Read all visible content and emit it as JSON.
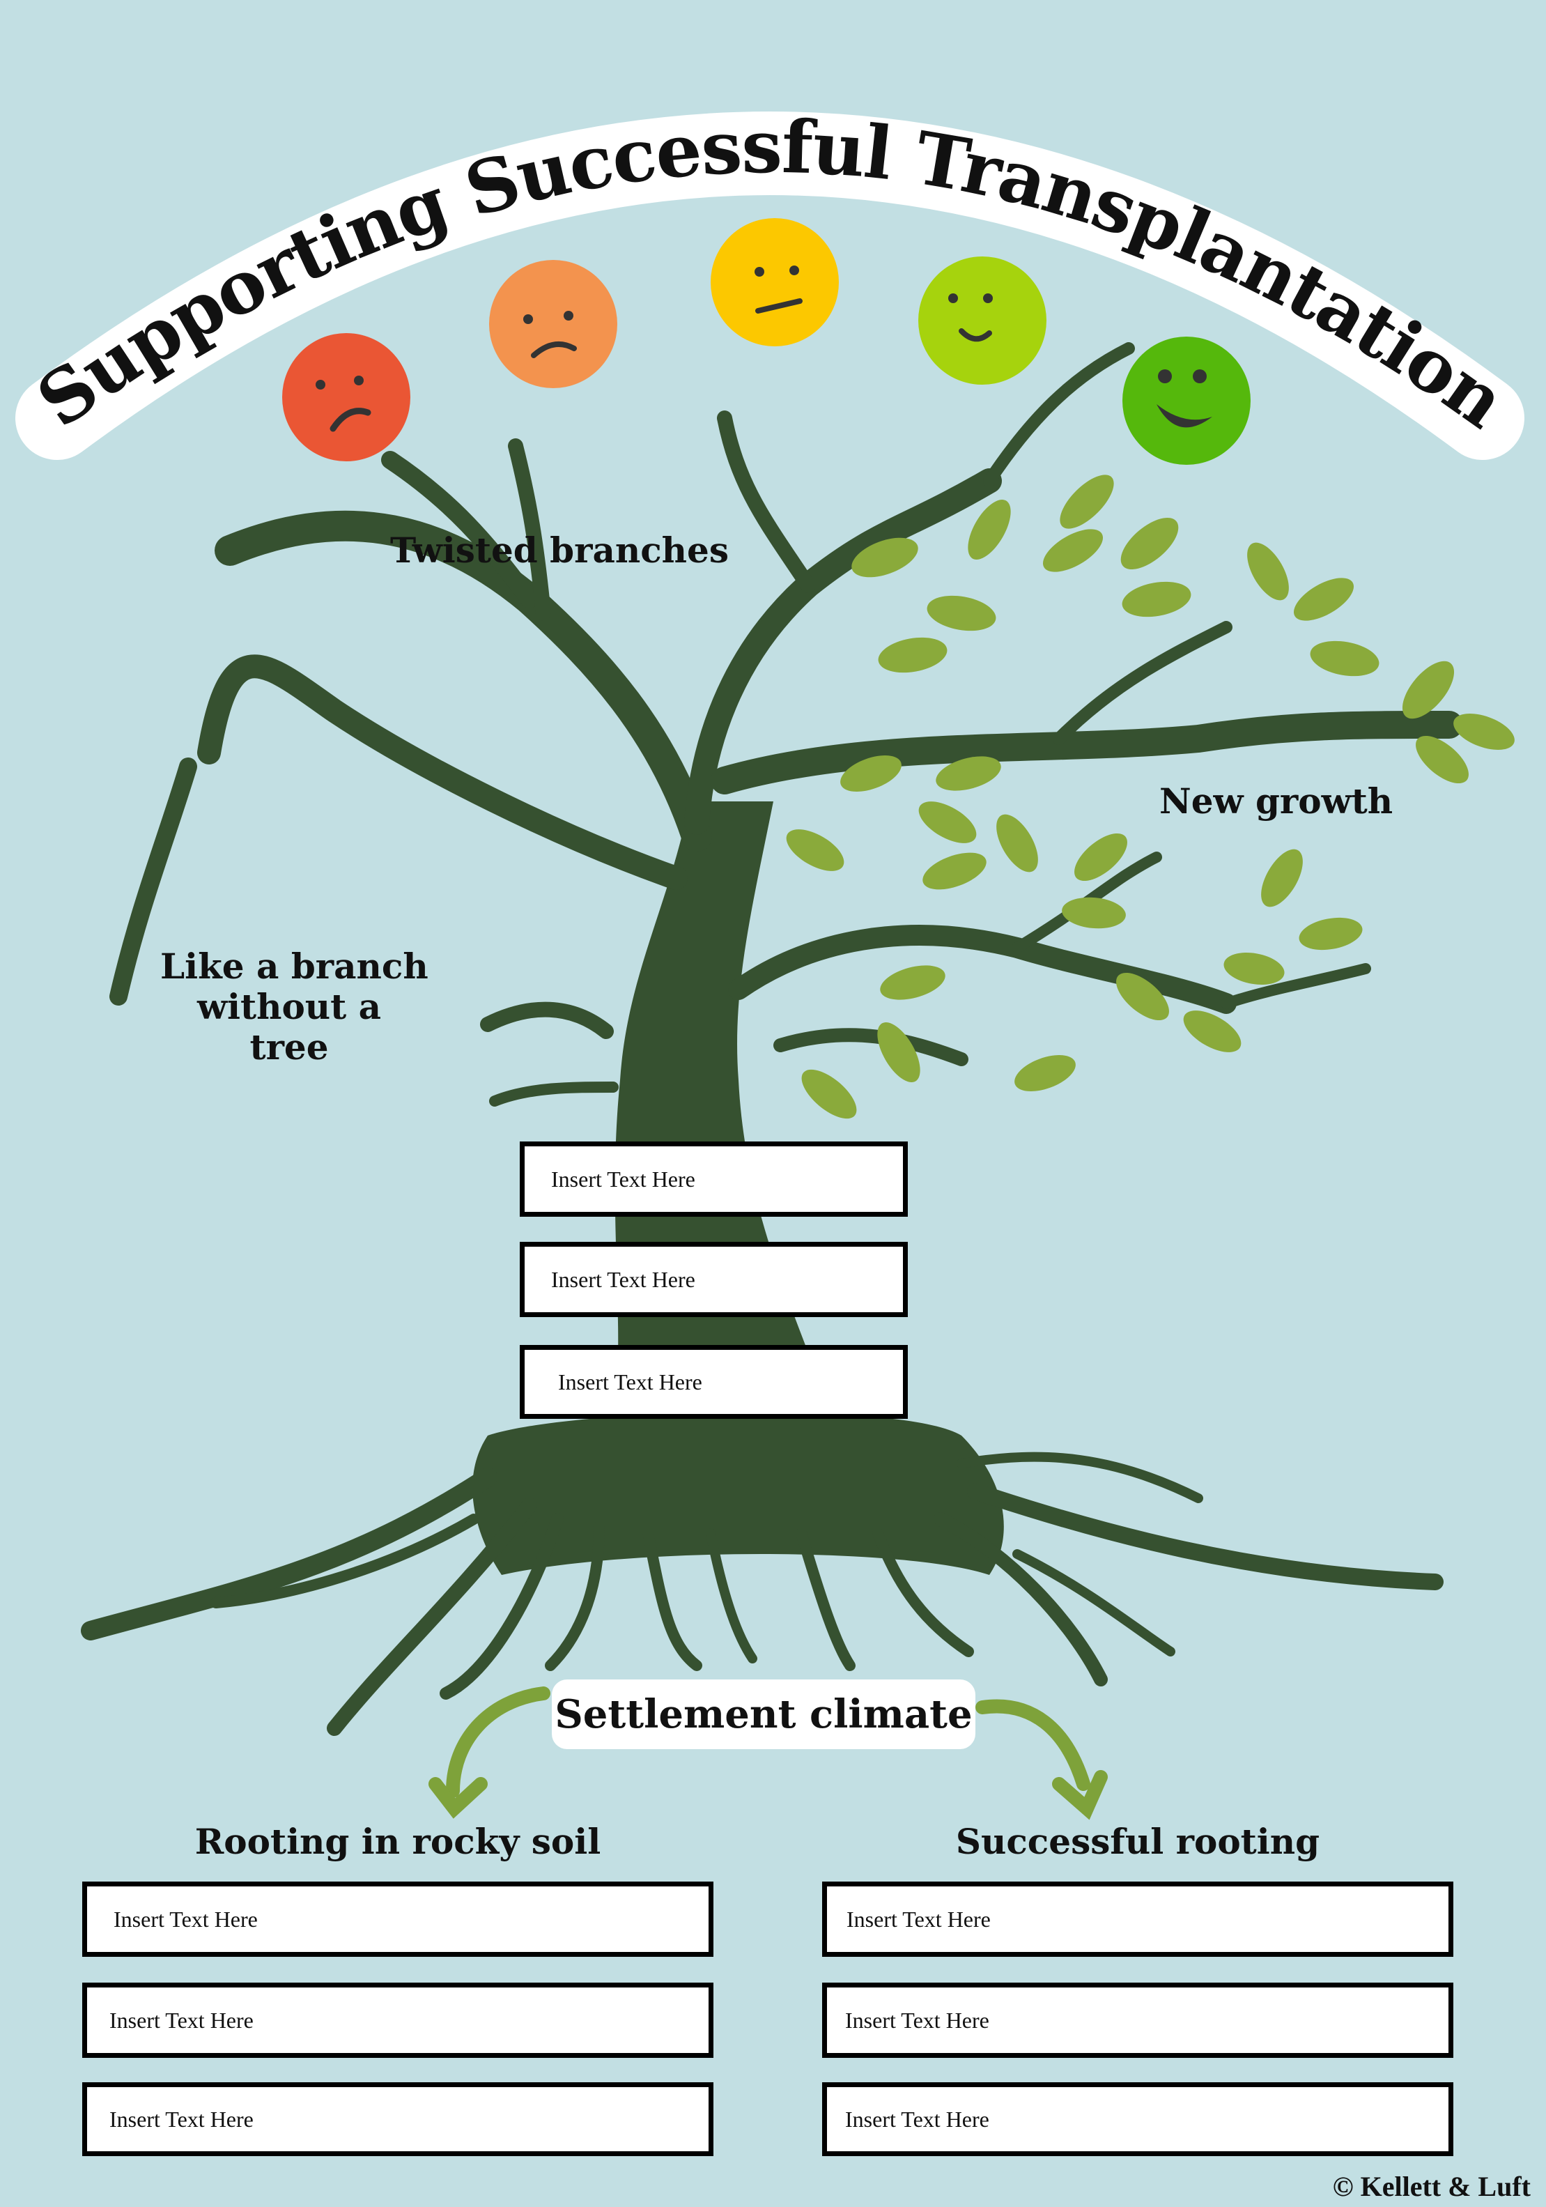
{
  "title": "Supporting Successful Transplantation",
  "faces": [
    {
      "icon": "very-sad-face-icon",
      "color": "#ea5634"
    },
    {
      "icon": "sad-face-icon",
      "color": "#f3934e"
    },
    {
      "icon": "neutral-face-icon",
      "color": "#fcc800"
    },
    {
      "icon": "happy-face-icon",
      "color": "#a6d30d"
    },
    {
      "icon": "very-happy-face-icon",
      "color": "#55b80c"
    }
  ],
  "labels": {
    "twisted_branches": "Twisted branches",
    "new_growth": "New growth",
    "branch_line1": "Like a branch",
    "branch_line2": "without a",
    "branch_line3": "tree",
    "settlement_climate": "Settlement climate",
    "rooting_rocky": "Rooting in rocky soil",
    "successful_rooting": "Successful rooting"
  },
  "trunk_boxes": [
    "Insert Text Here",
    "Insert Text Here",
    "Insert Text Here"
  ],
  "left_boxes": [
    "Insert Text Here",
    "Insert Text Here",
    "Insert Text Here"
  ],
  "right_boxes": [
    "Insert Text Here",
    "Insert Text Here",
    "Insert Text Here"
  ],
  "copyright": "© Kellett & Luft",
  "colors": {
    "background": "#c2dfe3",
    "tree": "#365130",
    "leaf": "#8aaa3b",
    "arrow": "#7ea23a"
  }
}
